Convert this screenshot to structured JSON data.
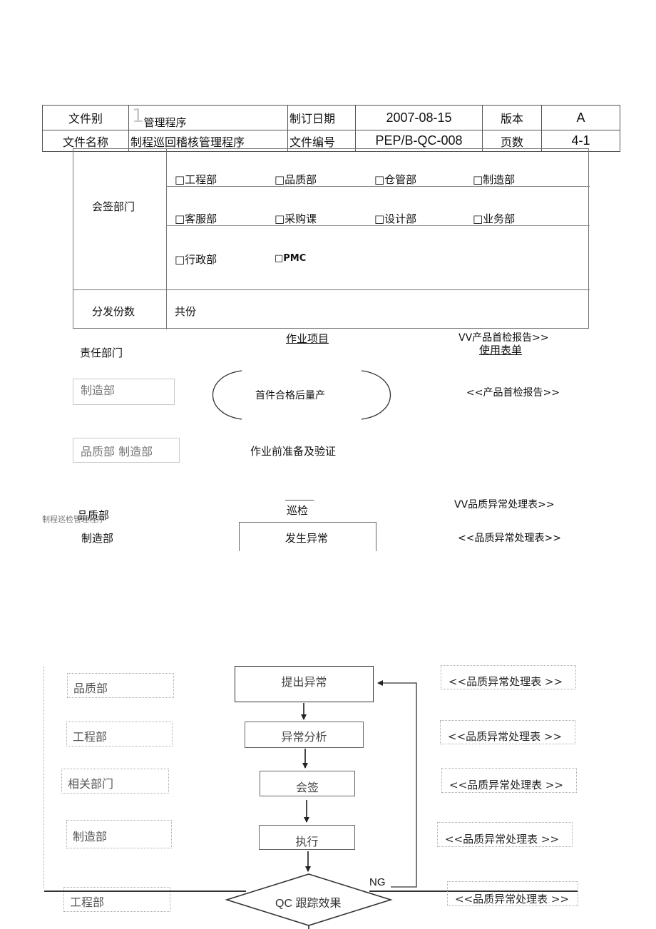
{
  "header": {
    "row1": {
      "label1": "文件别",
      "big_one": "1",
      "value1": "管理程序",
      "label2": "制订日期",
      "value2": "2007-08-15",
      "label3": "版本",
      "value3": "A"
    },
    "row2": {
      "label1": "文件名称",
      "value1": "制程巡回稽核管理程序",
      "label2": "文件编号",
      "value2": "PEP/B-QC-008",
      "label3": "页数",
      "value3": "4-1"
    }
  },
  "sign_off": {
    "label": "会签部门",
    "row1": [
      "□工程部",
      "□品质部",
      "□仓管部",
      "□制造部"
    ],
    "row2": [
      "□客服部",
      "□采购课",
      "□设计部",
      "□业务部"
    ],
    "row3": [
      "□行政部",
      "□PMC"
    ],
    "copies_label": "分发份数",
    "copies_value": "共份"
  },
  "columns": {
    "responsible": "责任部门",
    "operation": "作业项目",
    "forms_top": "VV产品首检报告>>",
    "forms": "使用表单"
  },
  "upper_flow": {
    "dept1": "制造部",
    "terminator": "首件合格后量产",
    "form1": "<<产品首检报告>>",
    "dept2": "品质部 制造部",
    "step2": "作业前准备及验证",
    "dept3a": "品质部",
    "watermark": "制程巡检管理程序",
    "step3": "巡检",
    "form3": "VV品质异常处理表>>",
    "dept4": "制造部",
    "step4": "发生异常",
    "form4": "<<品质异常处理表>>"
  },
  "lower_flow": {
    "rows": [
      {
        "dept": "品质部",
        "step": "提出异常",
        "form": "<<品质异常处理表 >>"
      },
      {
        "dept": "工程部",
        "step": "异常分析",
        "form": "<<品质异常处理表 >>"
      },
      {
        "dept": "相关部门",
        "step": "会签",
        "form": "<<品质异常处理表 >>"
      },
      {
        "dept": "制造部",
        "step": "执行",
        "form": "<<品质异常处理表 >>"
      },
      {
        "dept": "工程部",
        "step": "QC 跟踪效果",
        "form": "<<品质异常处理表 >>"
      }
    ],
    "ng_label": "NG"
  }
}
